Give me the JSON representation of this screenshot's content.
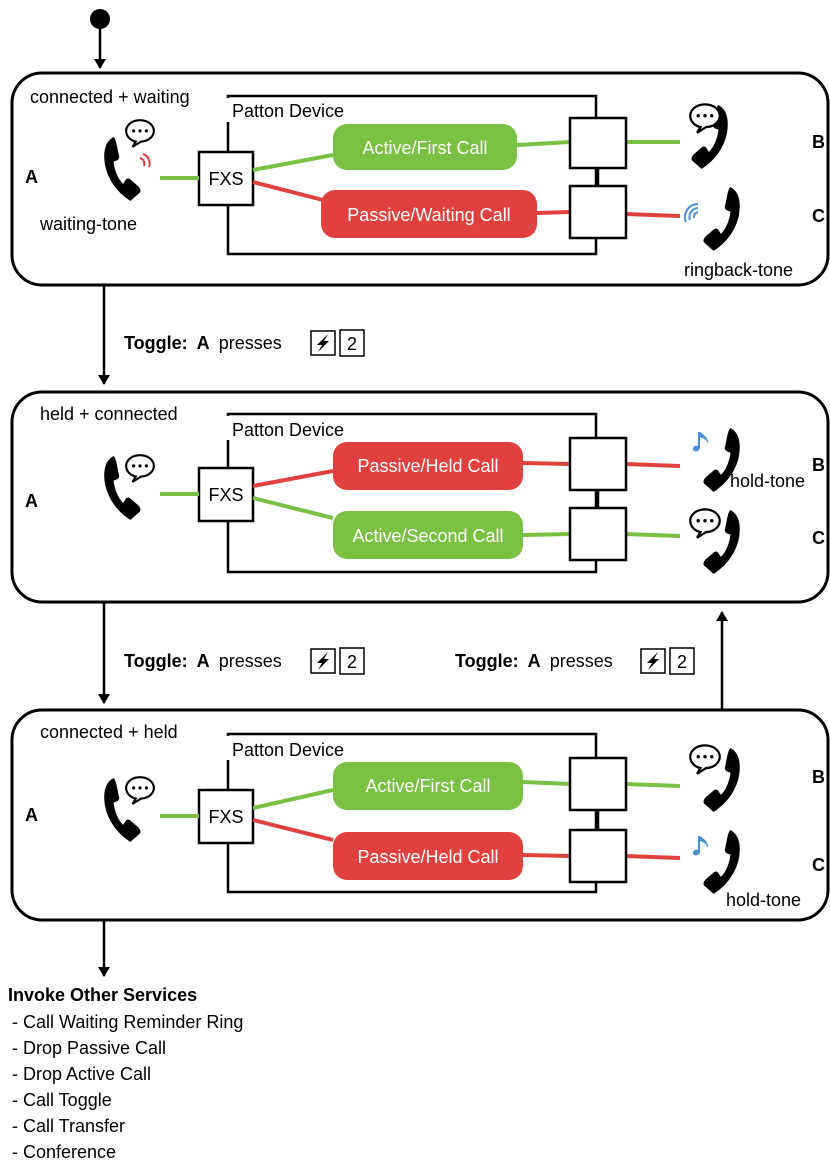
{
  "states": [
    {
      "state_label": "connected + waiting",
      "device_label": "Patton Device",
      "fxs_label": "FXS",
      "party_a": "A",
      "party_b": "B",
      "party_c": "C",
      "upper_call": "Active/First Call",
      "lower_call": "Passive/Waiting Call",
      "a_tone": "waiting-tone",
      "b_tone": "",
      "c_tone": "ringback-tone"
    },
    {
      "state_label": "held + connected",
      "device_label": "Patton Device",
      "fxs_label": "FXS",
      "party_a": "A",
      "party_b": "B",
      "party_c": "C",
      "upper_call": "Passive/Held Call",
      "lower_call": "Active/Second Call",
      "a_tone": "",
      "b_tone": "hold-tone",
      "c_tone": ""
    },
    {
      "state_label": "connected + held",
      "device_label": "Patton Device",
      "fxs_label": "FXS",
      "party_a": "A",
      "party_b": "B",
      "party_c": "C",
      "upper_call": "Active/First Call",
      "lower_call": "Passive/Held Call",
      "a_tone": "",
      "b_tone": "",
      "c_tone": "hold-tone"
    }
  ],
  "transitions": [
    {
      "label_bold": "Toggle:",
      "who": "A",
      "verb": "presses",
      "key_icon": "flash-key-icon",
      "key_digit": "2"
    },
    {
      "label_bold": "Toggle:",
      "who": "A",
      "verb": "presses",
      "key_icon": "flash-key-icon",
      "key_digit": "2"
    },
    {
      "label_bold": "Toggle:",
      "who": "A",
      "verb": "presses",
      "key_icon": "flash-key-icon",
      "key_digit": "2"
    }
  ],
  "services": {
    "title": "Invoke Other Services",
    "items": [
      "- Call Waiting Reminder Ring",
      "- Drop Passive Call",
      "- Drop Active Call",
      "- Call Toggle",
      "- Call Transfer",
      "- Conference"
    ]
  },
  "colors": {
    "active": "#7ac043",
    "passive": "#e0403e",
    "outline": "#000000",
    "sound": "#4a90d9",
    "ring": "#d04040"
  },
  "icons": {
    "phone": "phone-handset-icon",
    "speech": "speech-bubble-icon",
    "ringing": "ringing-waves-icon",
    "music": "music-note-icon",
    "flash": "flash-key-icon",
    "start": "start-dot-icon"
  }
}
